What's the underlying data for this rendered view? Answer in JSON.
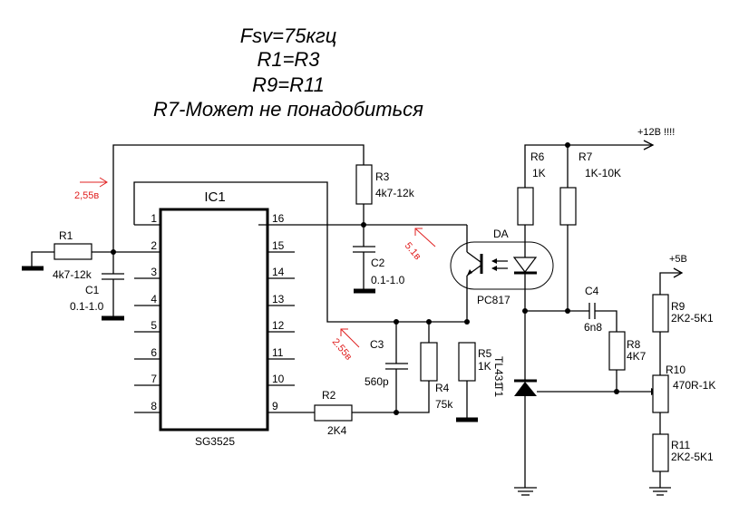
{
  "notes": {
    "line1": "Fsv=75кгц",
    "line2": "R1=R3",
    "line3": "R9=R11",
    "line4": "R7-Может не понадобиться"
  },
  "ic": {
    "ref": "IC1",
    "part": "SG3525",
    "left_pins": [
      "1",
      "2",
      "3",
      "4",
      "5",
      "6",
      "7",
      "8"
    ],
    "right_pins": [
      "16",
      "15",
      "14",
      "13",
      "12",
      "11",
      "10",
      "9"
    ]
  },
  "components": {
    "R1": {
      "ref": "R1",
      "value": "4k7-12k"
    },
    "C1": {
      "ref": "C1",
      "value": "0.1-1.0"
    },
    "R3": {
      "ref": "R3",
      "value": "4k7-12k"
    },
    "C2": {
      "ref": "C2",
      "value": "0.1-1.0"
    },
    "C3": {
      "ref": "C3",
      "value": "560p"
    },
    "R2": {
      "ref": "R2",
      "value": "2K4"
    },
    "R4": {
      "ref": "R4",
      "value": "75k"
    },
    "R5": {
      "ref": "R5",
      "value": "1K"
    },
    "R6": {
      "ref": "R6",
      "value": "1K"
    },
    "R7": {
      "ref": "R7",
      "value": "1K-10K"
    },
    "C4": {
      "ref": "C4",
      "value": "6n8"
    },
    "R8": {
      "ref": "R8",
      "value": "4K7"
    },
    "R9": {
      "ref": "R9",
      "value": "2K2-5K1"
    },
    "R10": {
      "ref": "R10",
      "value": "470R-1K"
    },
    "R11": {
      "ref": "R11",
      "value": "2K2-5K1"
    },
    "DA": {
      "ref": "DA",
      "value": "PC817"
    },
    "T1": {
      "ref": "T1",
      "value": "TL431"
    }
  },
  "rails": {
    "v12": "+12В !!!!",
    "v5": "+5В"
  },
  "annotations": {
    "a1": "2,55в",
    "a2": "5.1в",
    "a3": "2.55в",
    "color": "#e02020"
  }
}
